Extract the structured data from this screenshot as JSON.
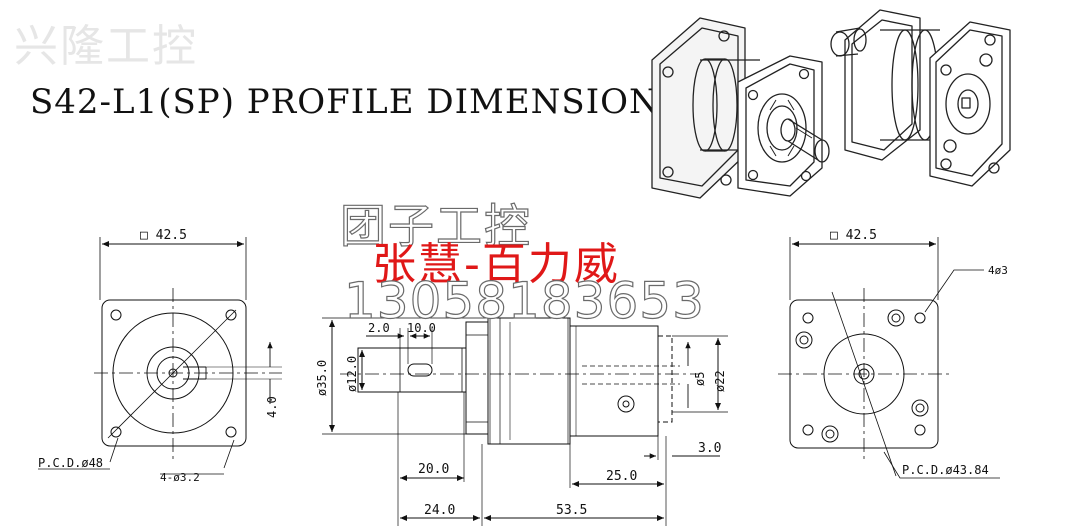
{
  "watermarks": {
    "brand": "兴隆工控",
    "shop": "团子工控",
    "name": "张慧-百力威",
    "phone": "13058183653"
  },
  "title": "S42-L1(SP) PROFILE DIMENSION",
  "dimensions": {
    "left_width": "□ 42.5",
    "left_key": "4.0",
    "left_pcd": "P.C.D.ø48",
    "left_holes": "4-ø3.2",
    "side_key_offset": "2.0",
    "side_key_len": "10.0",
    "side_flange_dia": "ø35.0",
    "side_shaft_dia": "ø12.0",
    "side_bore_small": "ø5",
    "side_bore_large": "ø22",
    "side_shaft_len": "20.0",
    "side_depth": "25.0",
    "side_recess": "3.0",
    "side_total_left": "24.0",
    "side_total_right": "53.5",
    "right_width": "□ 42.5",
    "right_holes": "4ø3",
    "right_pcd": "P.C.D.ø43.84"
  }
}
